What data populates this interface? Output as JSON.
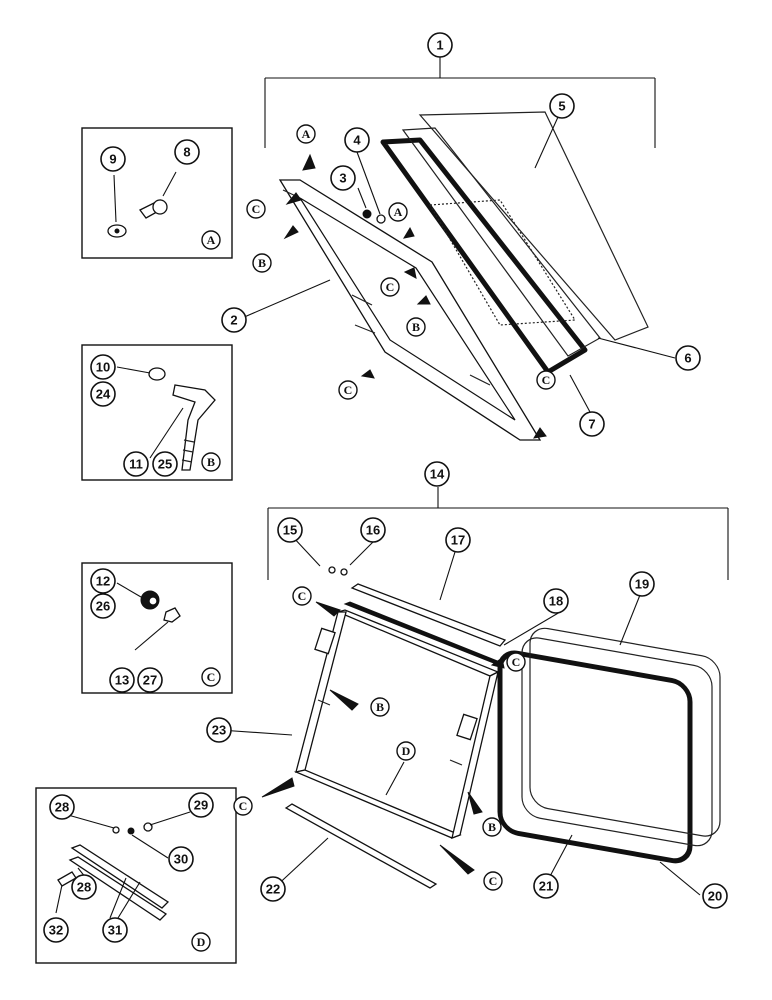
{
  "callouts": {
    "c1": "1",
    "c2": "2",
    "c3": "3",
    "c4": "4",
    "c5": "5",
    "c6": "6",
    "c7": "7",
    "c8": "8",
    "c9": "9",
    "c10": "10",
    "c11": "11",
    "c12": "12",
    "c13": "13",
    "c14": "14",
    "c15": "15",
    "c16": "16",
    "c17": "17",
    "c18": "18",
    "c19": "19",
    "c20": "20",
    "c21": "21",
    "c22": "22",
    "c23": "23",
    "c24": "24",
    "c25": "25",
    "c26": "26",
    "c27": "27",
    "c28": "28",
    "c29": "29",
    "c30": "30",
    "c31": "31",
    "c32": "32"
  },
  "letters": {
    "A": "A",
    "B": "B",
    "C": "C",
    "D": "D"
  }
}
